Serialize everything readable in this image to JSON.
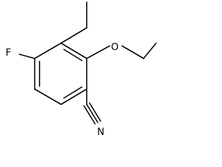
{
  "molecule": {
    "atoms": {
      "fluorine": "F",
      "oxygen": "O",
      "nitrogen": "N"
    },
    "colors": {
      "bond": "#000000",
      "label": "#000000",
      "background": "#ffffff"
    }
  }
}
